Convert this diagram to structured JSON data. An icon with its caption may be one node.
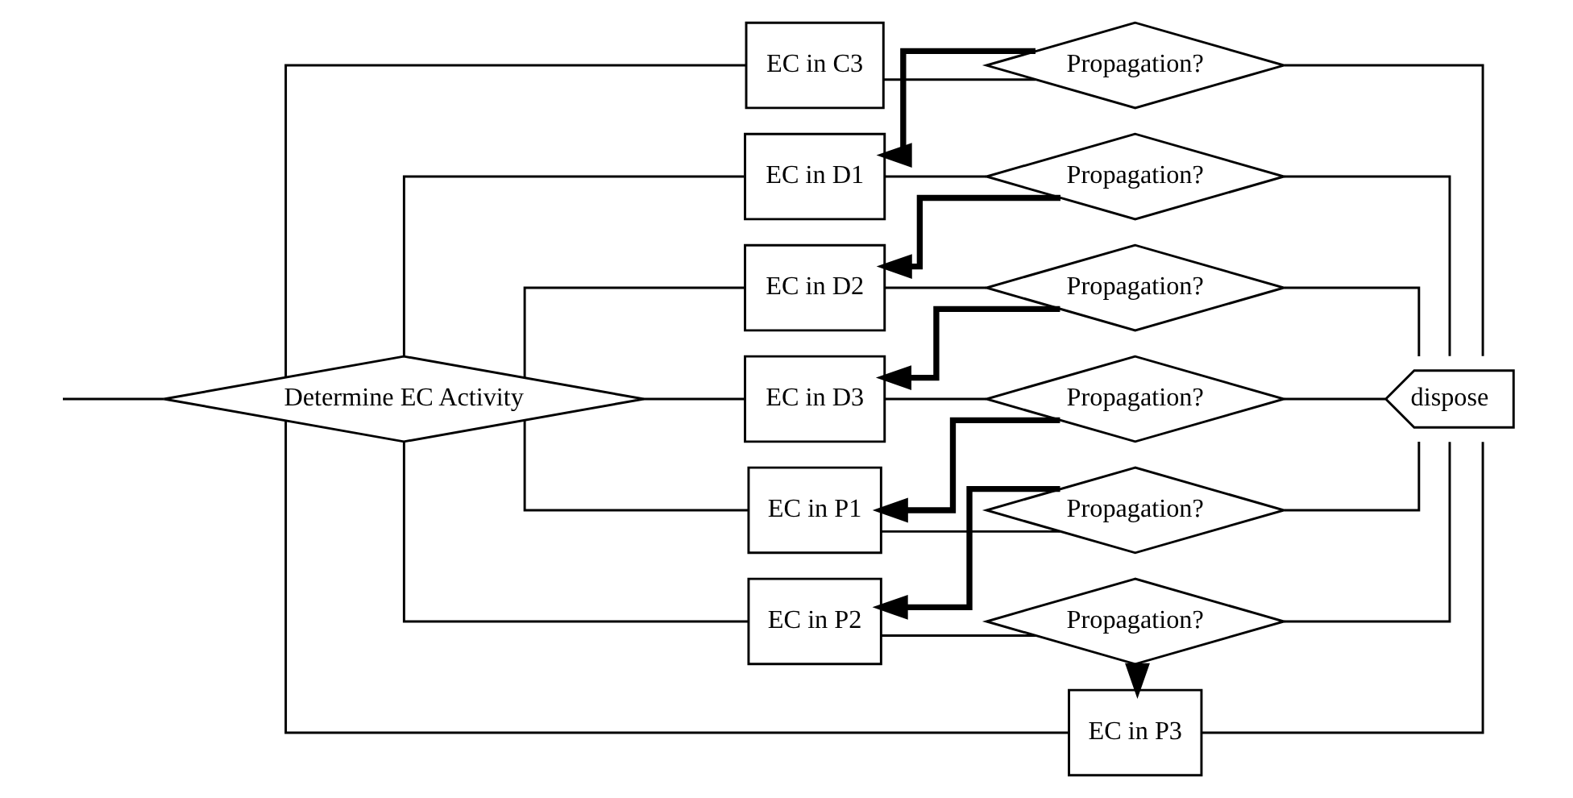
{
  "diagram": {
    "nodes": [
      {
        "text": [
          "Determine EC Activity"
        ]
      },
      {
        "text": [
          "EC in C3"
        ]
      },
      {
        "text": [
          "EC in D1"
        ]
      },
      {
        "text": [
          "EC in D2"
        ]
      },
      {
        "text": [
          "EC in D3"
        ]
      },
      {
        "text": [
          "EC in P1"
        ]
      },
      {
        "text": [
          "EC in P2"
        ]
      },
      {
        "text": [
          "EC in P3"
        ]
      },
      {
        "text": [
          "Propagation?"
        ]
      },
      {
        "text": [
          "Propagation?"
        ]
      },
      {
        "text": [
          "Propagation?"
        ]
      },
      {
        "text": [
          "Propagation?"
        ]
      },
      {
        "text": [
          "Propagation?"
        ]
      },
      {
        "text": [
          "Propagation?"
        ]
      },
      {
        "text": [
          "dispose"
        ]
      }
    ],
    "edges": [
      {
        "from": null,
        "to": 0,
        "arrow": "none"
      },
      {
        "from": 0,
        "to": 1,
        "arrow": "none"
      },
      {
        "from": 0,
        "to": 2,
        "arrow": "none"
      },
      {
        "from": 0,
        "to": 3,
        "arrow": "none"
      },
      {
        "from": 0,
        "to": 4,
        "arrow": "none"
      },
      {
        "from": 0,
        "to": 5,
        "arrow": "none"
      },
      {
        "from": 0,
        "to": 6,
        "arrow": "none"
      },
      {
        "from": 0,
        "to": 7,
        "arrow": "none"
      },
      {
        "from": 1,
        "to": 8,
        "arrow": "none"
      },
      {
        "from": 2,
        "to": 9,
        "arrow": "none"
      },
      {
        "from": 3,
        "to": 10,
        "arrow": "none"
      },
      {
        "from": 4,
        "to": 11,
        "arrow": "none"
      },
      {
        "from": 5,
        "to": 12,
        "arrow": "none"
      },
      {
        "from": 6,
        "to": 13,
        "arrow": "none"
      },
      {
        "from": 8,
        "to": 2,
        "arrow": "to",
        "style": "thick"
      },
      {
        "from": 9,
        "to": 3,
        "arrow": "to",
        "style": "thick"
      },
      {
        "from": 10,
        "to": 4,
        "arrow": "to",
        "style": "thick"
      },
      {
        "from": 11,
        "to": 5,
        "arrow": "to",
        "style": "thick"
      },
      {
        "from": 12,
        "to": 6,
        "arrow": "to",
        "style": "thick"
      },
      {
        "from": 13,
        "to": 7,
        "arrow": "to",
        "style": "thick"
      },
      {
        "from": 7,
        "to": 14,
        "arrow": "none"
      },
      {
        "from": 8,
        "to": 14,
        "arrow": "none"
      },
      {
        "from": 9,
        "to": 14,
        "arrow": "none"
      },
      {
        "from": 10,
        "to": 14,
        "arrow": "none"
      },
      {
        "from": 11,
        "to": 14,
        "arrow": "none"
      },
      {
        "from": 12,
        "to": 14,
        "arrow": "none"
      },
      {
        "from": 13,
        "to": 14,
        "arrow": "none"
      }
    ]
  }
}
